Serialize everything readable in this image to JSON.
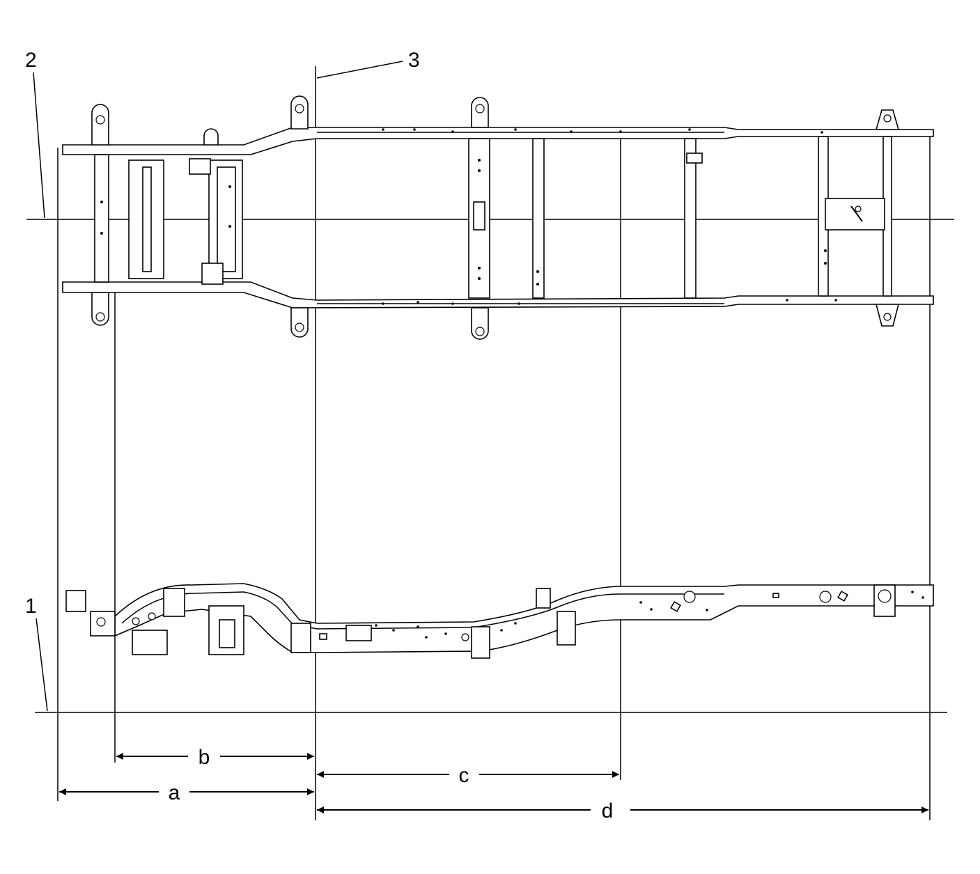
{
  "diagram": {
    "callouts": [
      "1",
      "2",
      "3"
    ],
    "dimensions": [
      "a",
      "b",
      "c",
      "d"
    ]
  },
  "colors": {
    "line": "#000000",
    "background": "#ffffff"
  }
}
